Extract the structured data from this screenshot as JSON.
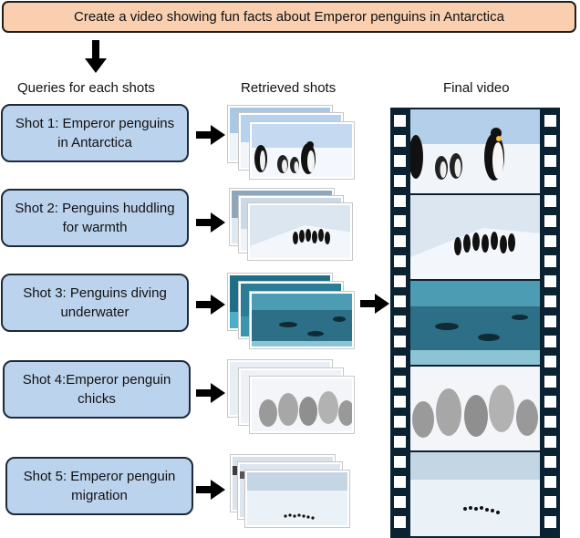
{
  "prompt": "Create a video showing fun facts about Emperor penguins in Antarctica",
  "columns": {
    "queries": "Queries for each shots",
    "retrieved": "Retrieved shots",
    "final": "Final video"
  },
  "shots": [
    {
      "query": "Shot 1: Emperor penguins in Antarctica",
      "scene": "emperor-penguins-on-ice"
    },
    {
      "query": "Shot 2: Penguins huddling for warmth",
      "scene": "penguins-huddling-on-snow-ridge"
    },
    {
      "query": "Shot 3: Penguins diving underwater",
      "scene": "penguins-swimming-underwater"
    },
    {
      "query": "Shot 4:Emperor penguin chicks",
      "scene": "grey-penguin-chicks"
    },
    {
      "query": "Shot 5: Emperor penguin migration",
      "scene": "penguin-line-on-ice-plain"
    }
  ],
  "colors": {
    "prompt_fill": "#f9cfb0",
    "query_fill": "#bcd3ee",
    "film_strip": "#0b2233"
  }
}
